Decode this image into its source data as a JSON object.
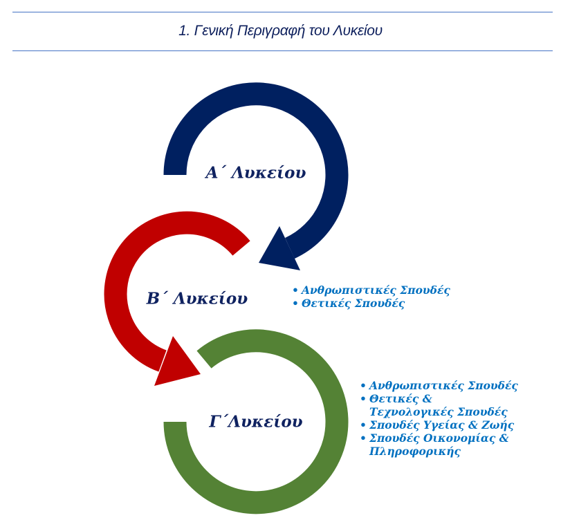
{
  "title": "1. Γενική Περιγραφή του Λυκείου",
  "colors": {
    "a": "#002060",
    "b": "#c00000",
    "c": "#548235",
    "list": "#0070c0"
  },
  "stages": [
    {
      "label": "Α΄ Λυκείου",
      "items": []
    },
    {
      "label": "Β΄ Λυκείου",
      "items": [
        "Ανθρωπιστικές Σπουδές",
        "Θετικές Σπουδές"
      ]
    },
    {
      "label": "Γ΄Λυκείου",
      "items": [
        "Ανθρωπιστικές Σπουδές",
        "Θετικές & Τεχνολογικές Σπουδές",
        "Σπουδές Υγείας & Ζωής",
        "Σπουδές Οικονομίας & Πληροφορικής"
      ]
    }
  ]
}
